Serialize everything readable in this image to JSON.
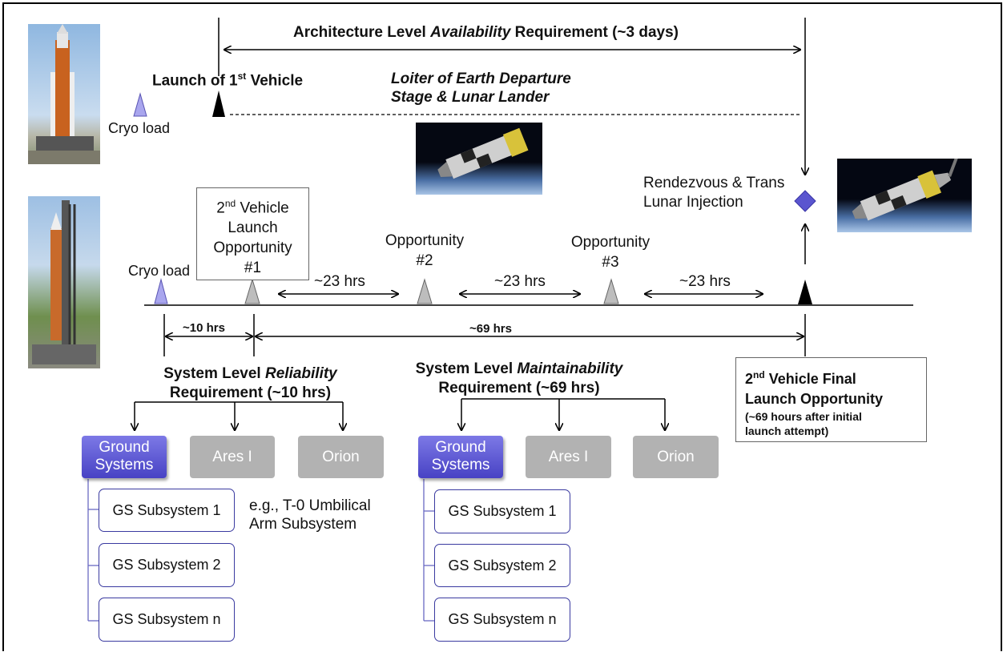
{
  "architecture_requirement": {
    "prefix": "Architecture Level ",
    "emph": "Availability",
    "suffix": " Requirement (~3 days)"
  },
  "launch_first": {
    "prefix": "Launch of 1",
    "sup": "st",
    "suffix": " Vehicle"
  },
  "loiter": {
    "line1": "Loiter of Earth Departure",
    "line2": "Stage & Lunar Lander"
  },
  "cryo_load_top": "Cryo load",
  "cryo_load_mid": "Cryo load",
  "rendezvous": {
    "line1": "Rendezvous & Trans",
    "line2": "Lunar Injection"
  },
  "second_vehicle_box": {
    "l1a": "2",
    "l1sup": "nd",
    "l1b": " Vehicle",
    "l2": "Launch",
    "l3": "Opportunity",
    "l4": "#1"
  },
  "opportunity2": {
    "line1": "Opportunity",
    "line2": "#2"
  },
  "opportunity3": {
    "line1": "Opportunity",
    "line2": "#3"
  },
  "intervals": {
    "a": "~23 hrs",
    "b": "~23 hrs",
    "c": "~23 hrs",
    "ten": "~10 hrs",
    "sixty_nine": "~69 hrs"
  },
  "reliability": {
    "prefix": "System Level ",
    "emph": "Reliability",
    "line2": "Requirement (~10 hrs)"
  },
  "maintainability": {
    "prefix": "System Level ",
    "emph": "Maintainability",
    "line2": "Requirement (~69 hrs)"
  },
  "final_box": {
    "l1a": "2",
    "l1sup": "nd",
    "l1b": " Vehicle Final",
    "l2": "Launch Opportunity",
    "l3": "(~69 hours after initial",
    "l4": "launch attempt)"
  },
  "left_group": {
    "ground": {
      "line1": "Ground",
      "line2": "Systems"
    },
    "ares": "Ares I",
    "orion": "Orion",
    "subsystems": [
      "GS Subsystem 1",
      "GS Subsystem 2",
      "GS Subsystem n"
    ]
  },
  "right_group": {
    "ground": {
      "line1": "Ground",
      "line2": "Systems"
    },
    "ares": "Ares I",
    "orion": "Orion",
    "subsystems": [
      "GS Subsystem 1",
      "GS Subsystem 2",
      "GS Subsystem n"
    ]
  },
  "example_note": {
    "line1": "e.g., T-0 Umbilical",
    "line2": "Arm Subsystem"
  },
  "colors": {
    "blue_marker": "#a9a6ee",
    "gray_marker": "#bdbdbd",
    "black_marker": "#000000",
    "ground_box": "#4b45c6",
    "gray_box": "#b2b2b2",
    "diamond": "#5a55cf"
  }
}
